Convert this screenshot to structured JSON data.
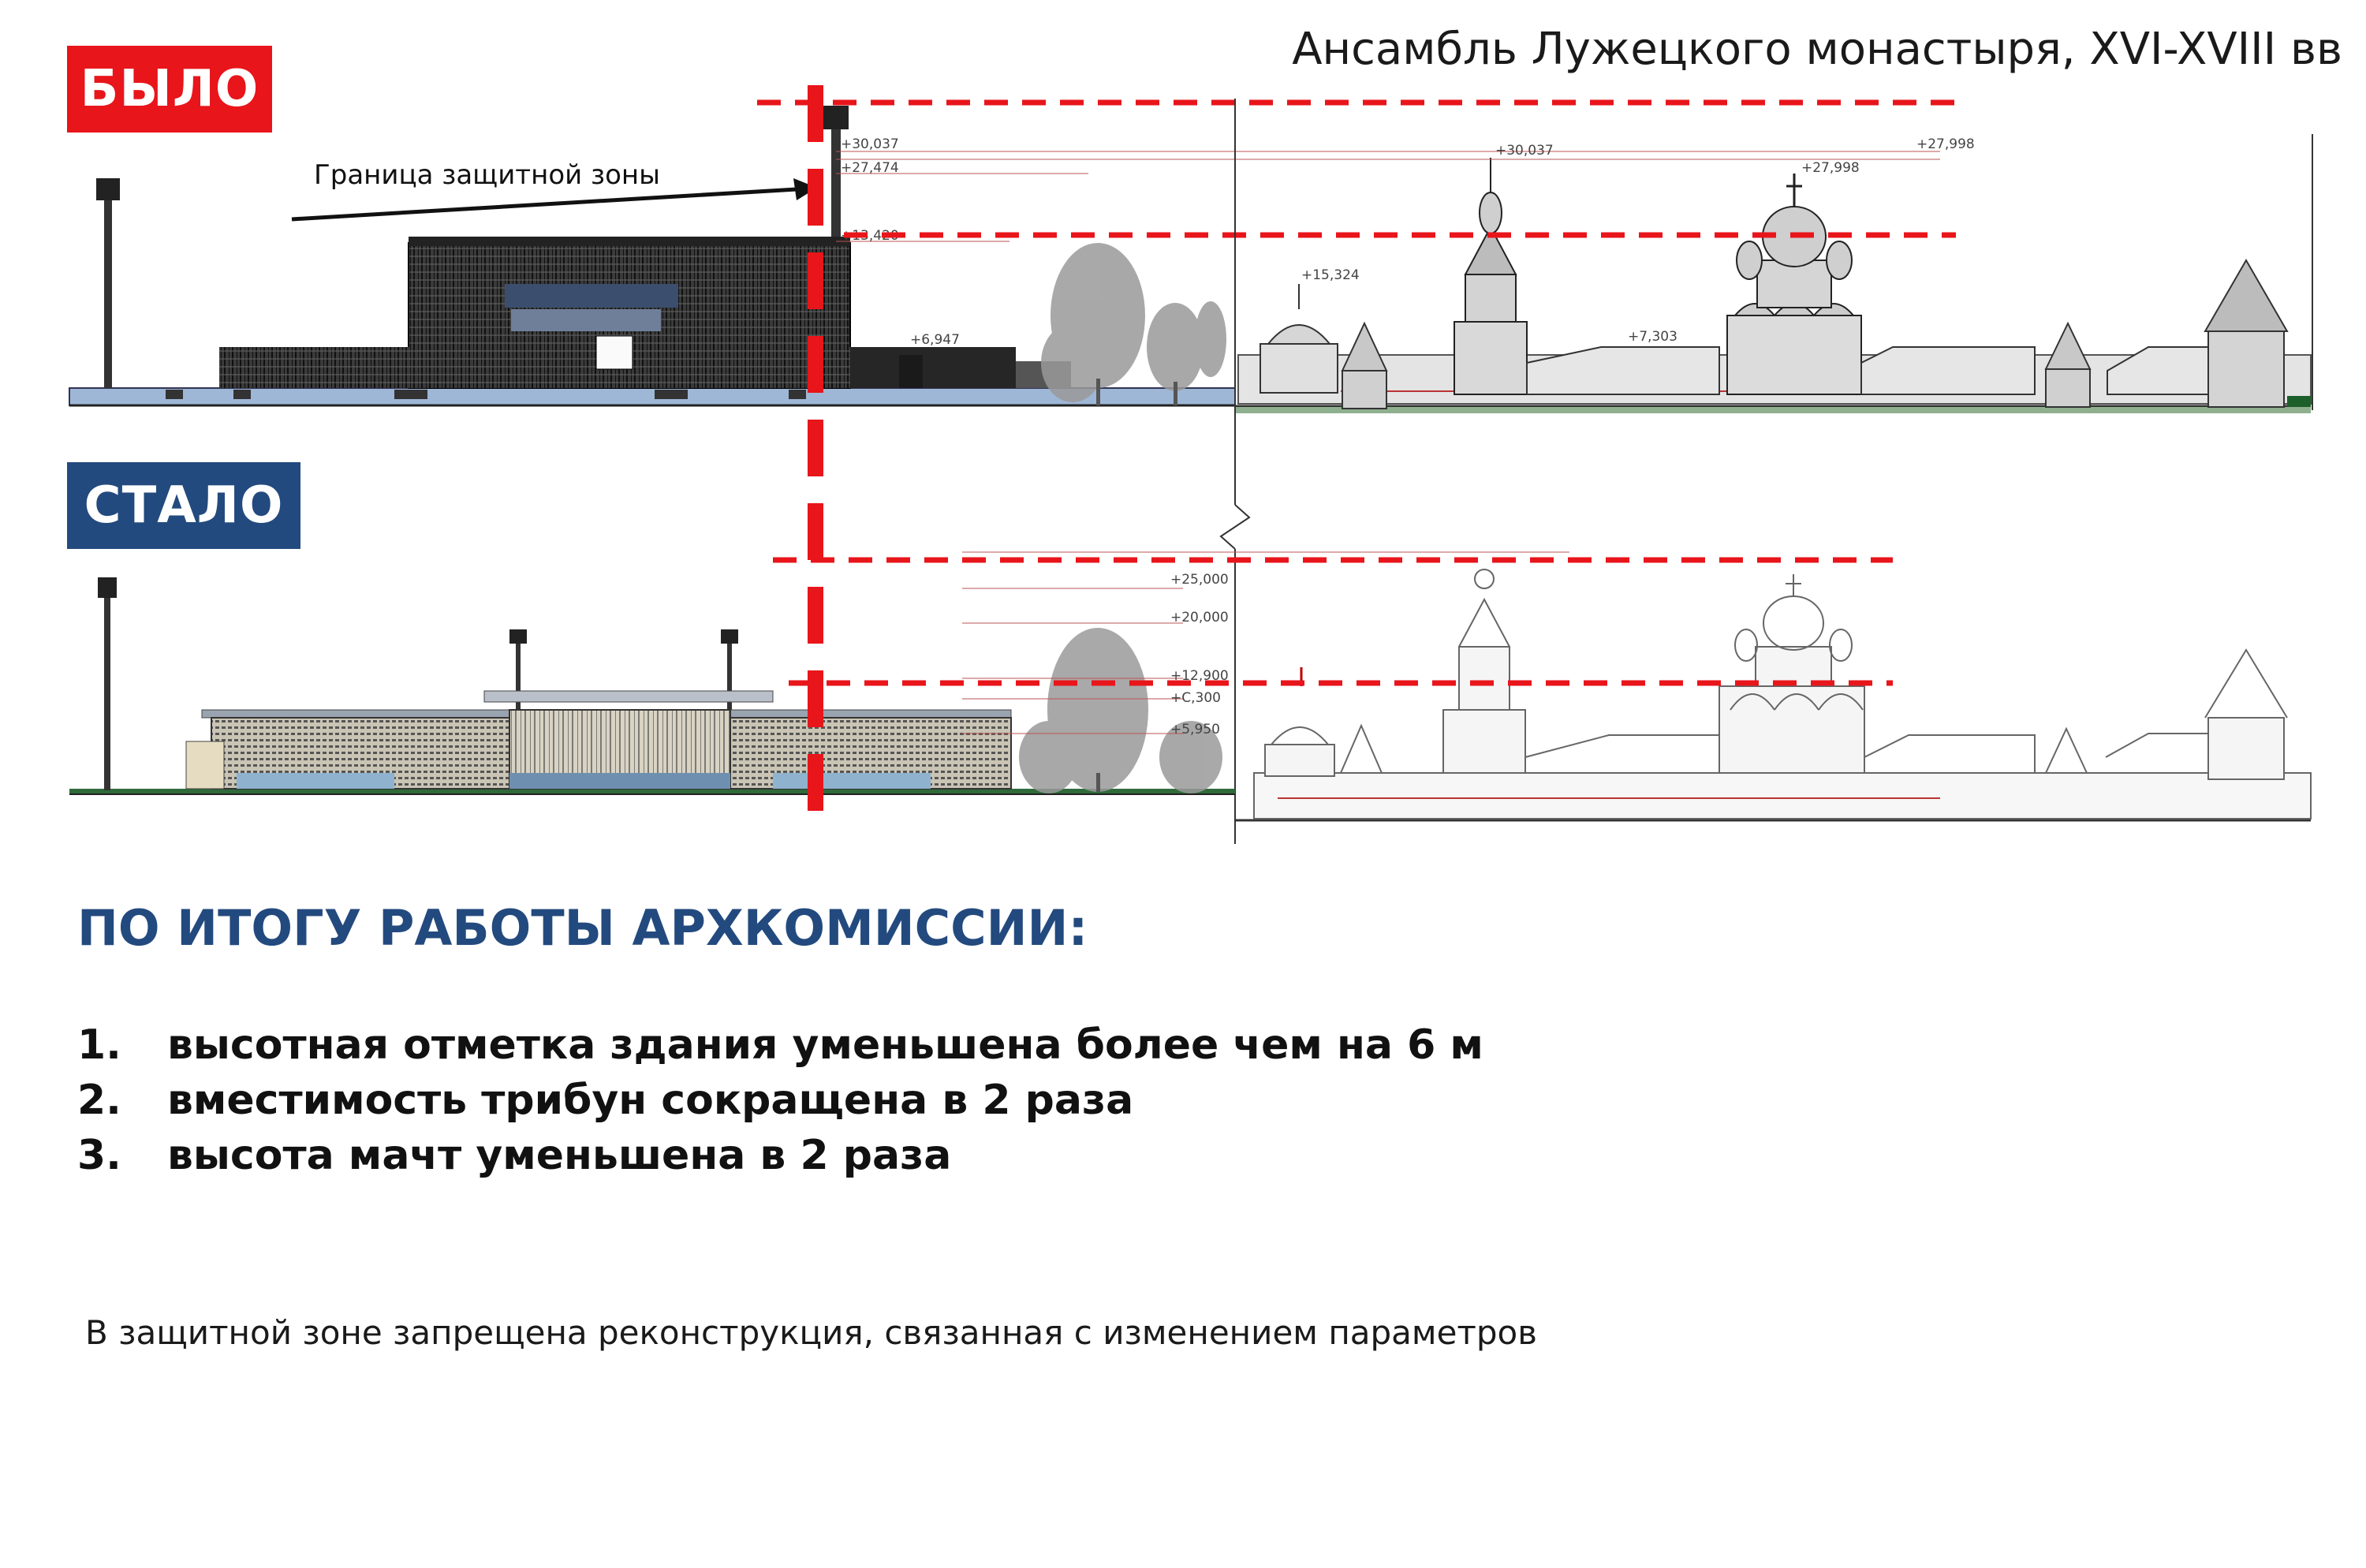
{
  "title": "Ансамбль Лужецкого монастыря, XVI-XVIII вв",
  "badges": {
    "before": "БЫЛО",
    "after": "СТАЛО"
  },
  "colors": {
    "before": "#e8151b",
    "after": "#234a7e",
    "heading": "#234a7e"
  },
  "drawing": {
    "zone_label": "Граница защитной зоны",
    "before_elevations": [
      "+30,037",
      "+27,474",
      "+13,420",
      "+6,947",
      "+30,037",
      "+27,998",
      "+27,998",
      "+15,324",
      "+7,303"
    ],
    "after_elevations": [
      "+25,000",
      "+20,000",
      "+12,900",
      "+C,300",
      "+5,950"
    ]
  },
  "summary": {
    "heading": "ПО ИТОГУ РАБОТЫ АРХКОМИССИИ:",
    "items": [
      {
        "num": "1.",
        "text": "высотная отметка здания уменьшена более чем на 6 м"
      },
      {
        "num": "2.",
        "text": "вместимость трибун сокращена в 2 раза"
      },
      {
        "num": "3.",
        "text": "высота мачт уменьшена в 2 раза"
      }
    ]
  },
  "footnote": "В защитной зоне запрещена  реконструкция, связанная с изменением параметров"
}
